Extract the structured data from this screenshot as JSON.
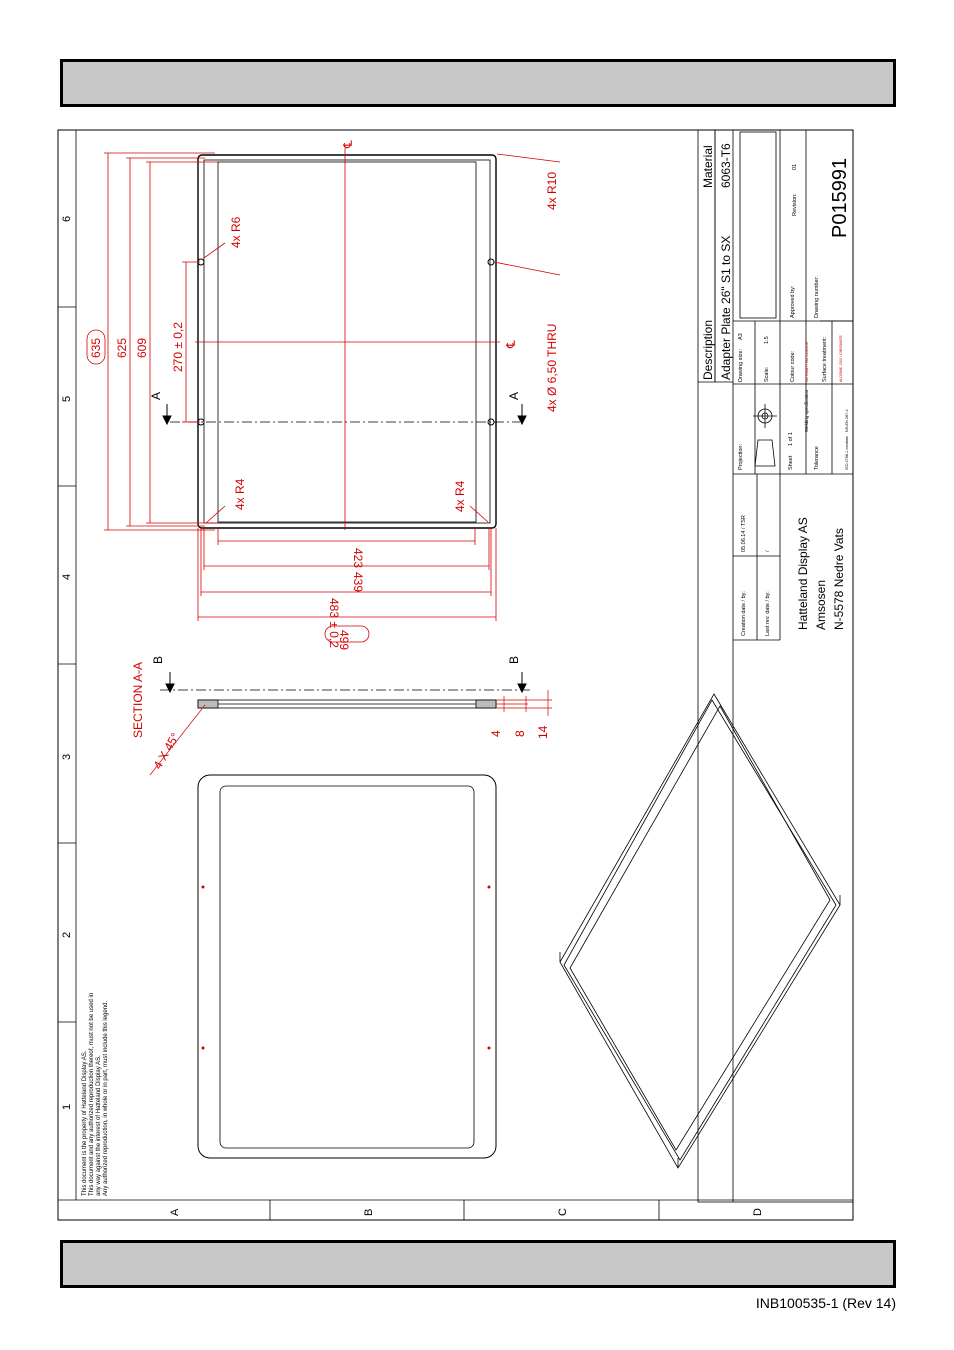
{
  "footer": {
    "doc_ref": "INB100535-1 (Rev 14)"
  },
  "frame": {
    "columns": [
      "1",
      "2",
      "3",
      "4",
      "5",
      "6"
    ],
    "rows": [
      "A",
      "B",
      "C",
      "D"
    ]
  },
  "dims": {
    "d635": "635",
    "d625": "625",
    "d609": "609",
    "d270": "270 ± 0,2",
    "r6": "4x R6",
    "r4a": "4x R4",
    "r4b": "4x R4",
    "r10": "4x R10",
    "thru": "4x Ø 6,50 THRU",
    "cl": "℄",
    "d423": "423",
    "d439": "439",
    "d483": "483 ± 0,2",
    "d499": "499",
    "sec_a": "A",
    "sec_b": "B",
    "section_aa": "SECTION A-A",
    "chamfer": "4 X 45°",
    "t4": "4",
    "t8": "8",
    "t14": "14"
  },
  "legal_lines": [
    "This document is the property of Hatteland Display AS.",
    "This document and any authorized reproduction thereof, must not be used in",
    "any way against the interest of Hatteland Display AS.",
    "Any authorized reproduction, in whole or in part, must include this legend."
  ],
  "title_block": {
    "material_label": "Material",
    "material": "6063-T6",
    "description_label": "Description",
    "description": "Adapter Plate 26\" S1 to SX",
    "drawing_size_label": "Drawing size:",
    "drawing_size": "A3",
    "scale_label": "Scale:",
    "scale": "1:5",
    "colour_code_label": "Colour code:",
    "colour_code": "NO PAINT / NO COLOUR",
    "surface_label": "Surface treatment:",
    "surface": "ALODINE 1200 / CHROMATE",
    "approved_label": "Approved by:",
    "drawing_number_label": "Drawing number:",
    "revision_label": "Revision:",
    "revision": "01",
    "drawing_number": "P015991",
    "projection_label": "Projection:",
    "sheet_label": "Sheet",
    "sheet": "1  of  1",
    "welding_label": "Welding specification",
    "tolerance_label": "Tolerance",
    "tolerance": "ISO 2768-1 medium",
    "welding": "NS-EN 287-4",
    "creation_label": "Creation date / by:",
    "creation": "05.06.14  /  TSR",
    "lastrev_label": "Last rev. date / by:",
    "lastrev": "/",
    "company": "Hatteland Display AS",
    "address1": "Amsosen",
    "address2": "N-5578 Nedre Vats"
  }
}
